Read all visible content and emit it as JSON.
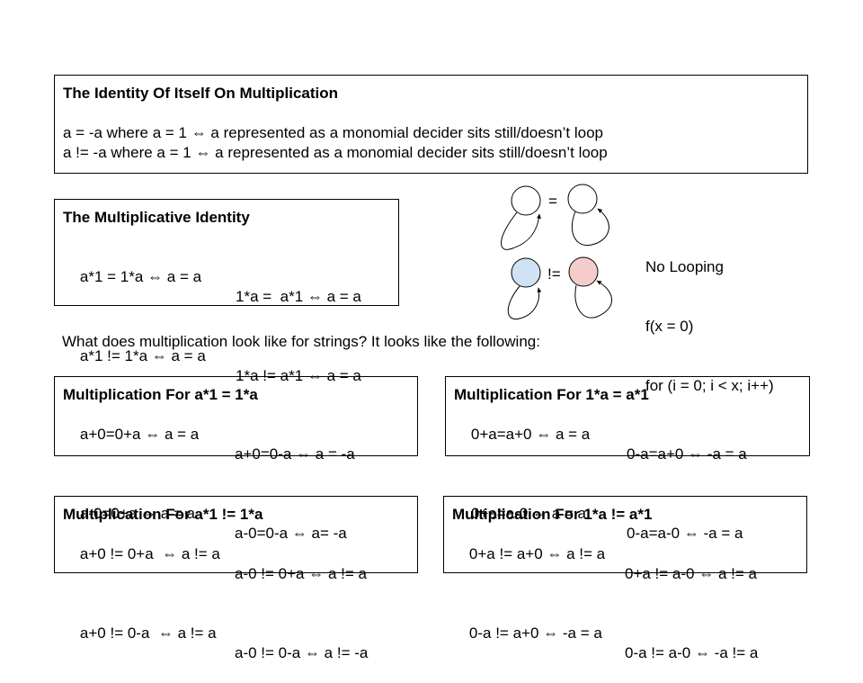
{
  "identity_itself": {
    "title": "The Identity Of Itself On Multiplication",
    "lines": [
      "a = -a where a = 1 ⇔ a represented as a monomial decider sits still/doesn’t loop",
      "a != -a where a = 1 ⇔ a represented as a monomial decider sits still/doesn’t loop"
    ]
  },
  "multiplicative_identity": {
    "title": "The Multiplicative Identity",
    "rows": [
      [
        "a*1 = 1*a ⇔ a = a",
        "1*a =  a*1 ⇔ a = a"
      ],
      [
        "a*1 != 1*a ⇔ a = a",
        "1*a != a*1 ⇔ a = a"
      ]
    ]
  },
  "diagram": {
    "equal_label": "=",
    "not_equal_label": "!=",
    "colors": {
      "plain_node": "#ffffff",
      "blue_node": "#cfe2f3",
      "red_node": "#f4cccc",
      "stroke": "#000000"
    }
  },
  "looping_note": {
    "lines": [
      "No Looping",
      "f(x = 0)",
      "for (i = 0; i < x; i++)"
    ]
  },
  "question": "What does multiplication look like for strings? It looks like the following:",
  "box_a1_eq_1a": {
    "title": "Multiplication For a*1 = 1*a",
    "rows": [
      [
        "a+0=0+a ⇔ a = a",
        "a+0=0-a ⇔ a = -a"
      ],
      [
        "a-0=0+a ⇔ a = a",
        "a-0=0-a ⇔ a= -a"
      ]
    ]
  },
  "box_1a_eq_a1": {
    "title": "Multiplication For 1*a = a*1",
    "rows": [
      [
        "0+a=a+0 ⇔ a = a",
        "0-a=a+0 ⇔ -a = a"
      ],
      [
        "0+a=a-0 ⇔ a = a",
        "0-a=a-0 ⇔ -a = a"
      ]
    ]
  },
  "box_a1_neq_1a": {
    "title": "Multiplication For a*1 != 1*a",
    "rows": [
      [
        "a+0 != 0+a  ⇔ a != a",
        "a-0 != 0+a ⇔ a != a"
      ],
      [
        "a+0 != 0-a  ⇔ a != a",
        "a-0 != 0-a ⇔ a != -a"
      ]
    ]
  },
  "box_1a_neq_a1": {
    "title": "Multiplication For 1*a != a*1",
    "rows": [
      [
        "0+a != a+0 ⇔ a != a",
        "0+a != a-0 ⇔ a != a"
      ],
      [
        "0-a != a+0 ⇔ -a = a",
        "0-a != a-0 ⇔ -a != a"
      ]
    ]
  }
}
